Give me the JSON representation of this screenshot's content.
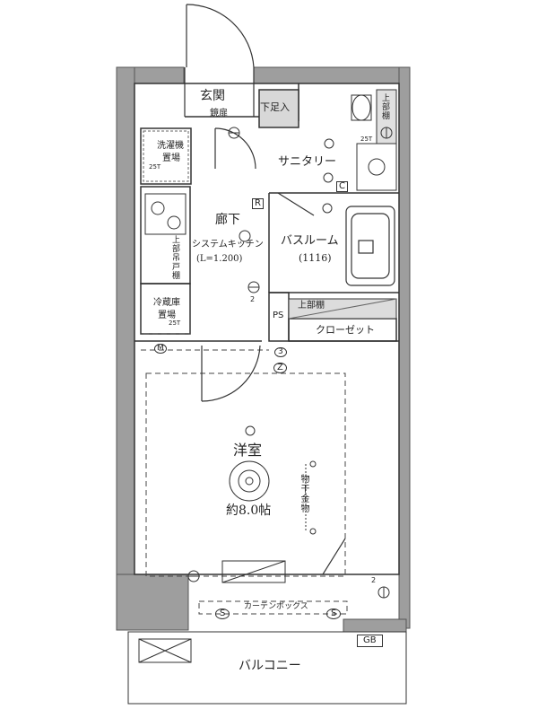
{
  "rooms": {
    "genkan": "玄関",
    "kyotobira": "鏡扉",
    "shitaashiire": "下足入",
    "sentakuki": "洗濯機",
    "okiba": "置場",
    "rouka": "廊下",
    "sanitary": "サニタリー",
    "system_kitchen": "システムキッチン",
    "kitchen_size": "(L=1.200)",
    "bathroom": "バスルーム",
    "bathroom_size": "(1116)",
    "jobu_tsuru": "上部吊戸棚",
    "reizouko": "冷蔵庫",
    "reizouko_okiba": "置場",
    "jobudana": "上部棚",
    "closet": "クローゼット",
    "ps": "PS",
    "youshitsu": "洋室",
    "youshitsu_size": "約8.0帖",
    "monohoshi": "物干金物",
    "curtain_box": "カーテンボックス",
    "balcony": "バルコニー",
    "jobutana_right": "上部棚"
  },
  "symbols": {
    "r": "R",
    "c": "C",
    "m": "M",
    "gb": "GB",
    "s_left": "S",
    "s_right": "S",
    "z": "Z",
    "two_a": "2",
    "two_b": "2",
    "three_a": "3",
    "num_25t_a": "25T",
    "num_25t_b": "25T",
    "num_25t_c": "25T"
  }
}
